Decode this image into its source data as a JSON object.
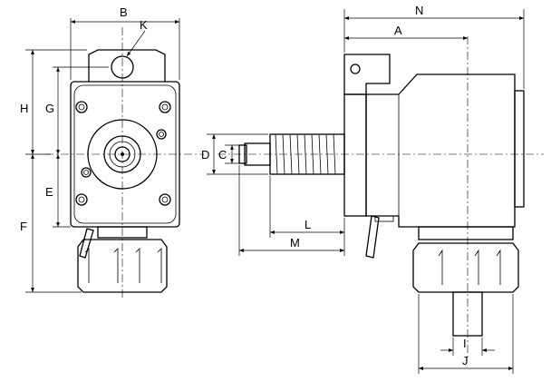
{
  "labels": {
    "B": "B",
    "K": "K",
    "H": "H",
    "G": "G",
    "E": "E",
    "F": "F",
    "D": "D",
    "C": "C",
    "L": "L",
    "M": "M",
    "N": "N",
    "A": "A",
    "I": "I",
    "J": "J"
  }
}
